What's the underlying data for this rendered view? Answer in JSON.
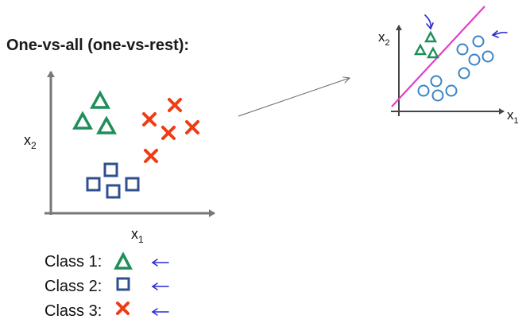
{
  "title": "One-vs-all (one-vs-rest):",
  "main_plot": {
    "xlabel": "x",
    "xlabel_sub": "1",
    "ylabel": "x",
    "ylabel_sub": "2"
  },
  "inset_plot": {
    "xlabel": "x",
    "xlabel_sub": "1",
    "ylabel": "x",
    "ylabel_sub": "2"
  },
  "legend": [
    {
      "label": "Class 1:",
      "marker": "triangle-icon",
      "color": "#1f8f5a"
    },
    {
      "label": "Class 2:",
      "marker": "square-icon",
      "color": "#2f4f8f"
    },
    {
      "label": "Class 3:",
      "marker": "cross-icon",
      "color": "#f03c14"
    }
  ],
  "colors": {
    "axis": "#777777",
    "triangle": "#1f8f5a",
    "square": "#2f4f8f",
    "cross": "#f03c14",
    "circle": "#3b84c4",
    "boundary": "#e040c8",
    "arrow_annotation": "#2a2ad0"
  }
}
